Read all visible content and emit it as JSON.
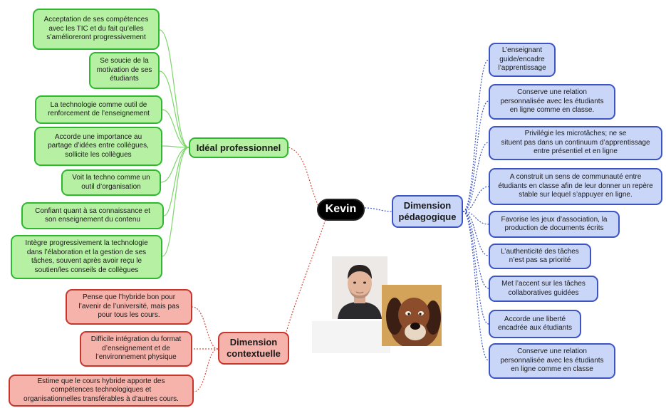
{
  "center": {
    "label": "Kevin"
  },
  "hubs": {
    "ideal": "Idéal professionnel",
    "pedagogique": "Dimension\npédagogique",
    "contextuelle": "Dimension\ncontextuelle"
  },
  "green_nodes": [
    "Acceptation de ses compétences\navec les TIC et du fait qu’elles\ns’amélioreront progressivement",
    "Se soucie de la\nmotivation de ses\nétudiants",
    "La technologie comme outil de\nrenforcement de l’enseignement",
    "Accorde une importance au\npartage d’idées entre collègues,\nsollicite les collègues",
    "Voit la techno comme un\noutil d’organisation",
    "Confiant quant à sa connaissance et\nson enseignement du contenu",
    "Intègre progressivement la technologie\ndans l’élaboration et la gestion de ses\ntâches, souvent après avoir reçu le\nsoutien/les conseils de collègues"
  ],
  "blue_nodes": [
    "L’enseignant\nguide/encadre\nl’apprentissage",
    "Conserve une relation\npersonnalisée avec les étudiants\nen ligne comme en classe.",
    "Privilégie les microtâches; ne se\nsituent pas dans un continuum d’apprentissage\nentre présentiel et en ligne",
    "A construit un sens de communauté entre\nétudiants en classe afin de leur donner un repère\nstable sur lequel s’appuyer en ligne.",
    "Favorise les jeux d’association, la\nproduction de documents écrits",
    "L’authenticité des tâches\nn’est pas sa priorité",
    "Met l’accent sur les tâches\ncollaboratives guidées",
    "Accorde une liberté\nencadrée aux étudiants",
    "Conserve une relation\npersonnalisée avec les étudiants\nen ligne comme en classe"
  ],
  "red_nodes": [
    "Pense que l’hybride bon pour\nl’avenir de l’université, mais pas\npour tous les cours.",
    "Difficile intégration du format\nd’enseignement et de\nl’environnement physique",
    "Estime que le cours hybride apporte des\ncompétences technologiques et\norganisationnelles transférables à d’autres cours."
  ],
  "colors": {
    "green_fill": "#b6f0a3",
    "green_border": "#2eb82e",
    "blue_fill": "#c9d6f7",
    "blue_border": "#3d55c4",
    "red_fill": "#f5b3ab",
    "red_border": "#c8352b",
    "center_fill": "#000000"
  },
  "images": [
    "man-portrait-photo",
    "cartoon-dog-image"
  ]
}
